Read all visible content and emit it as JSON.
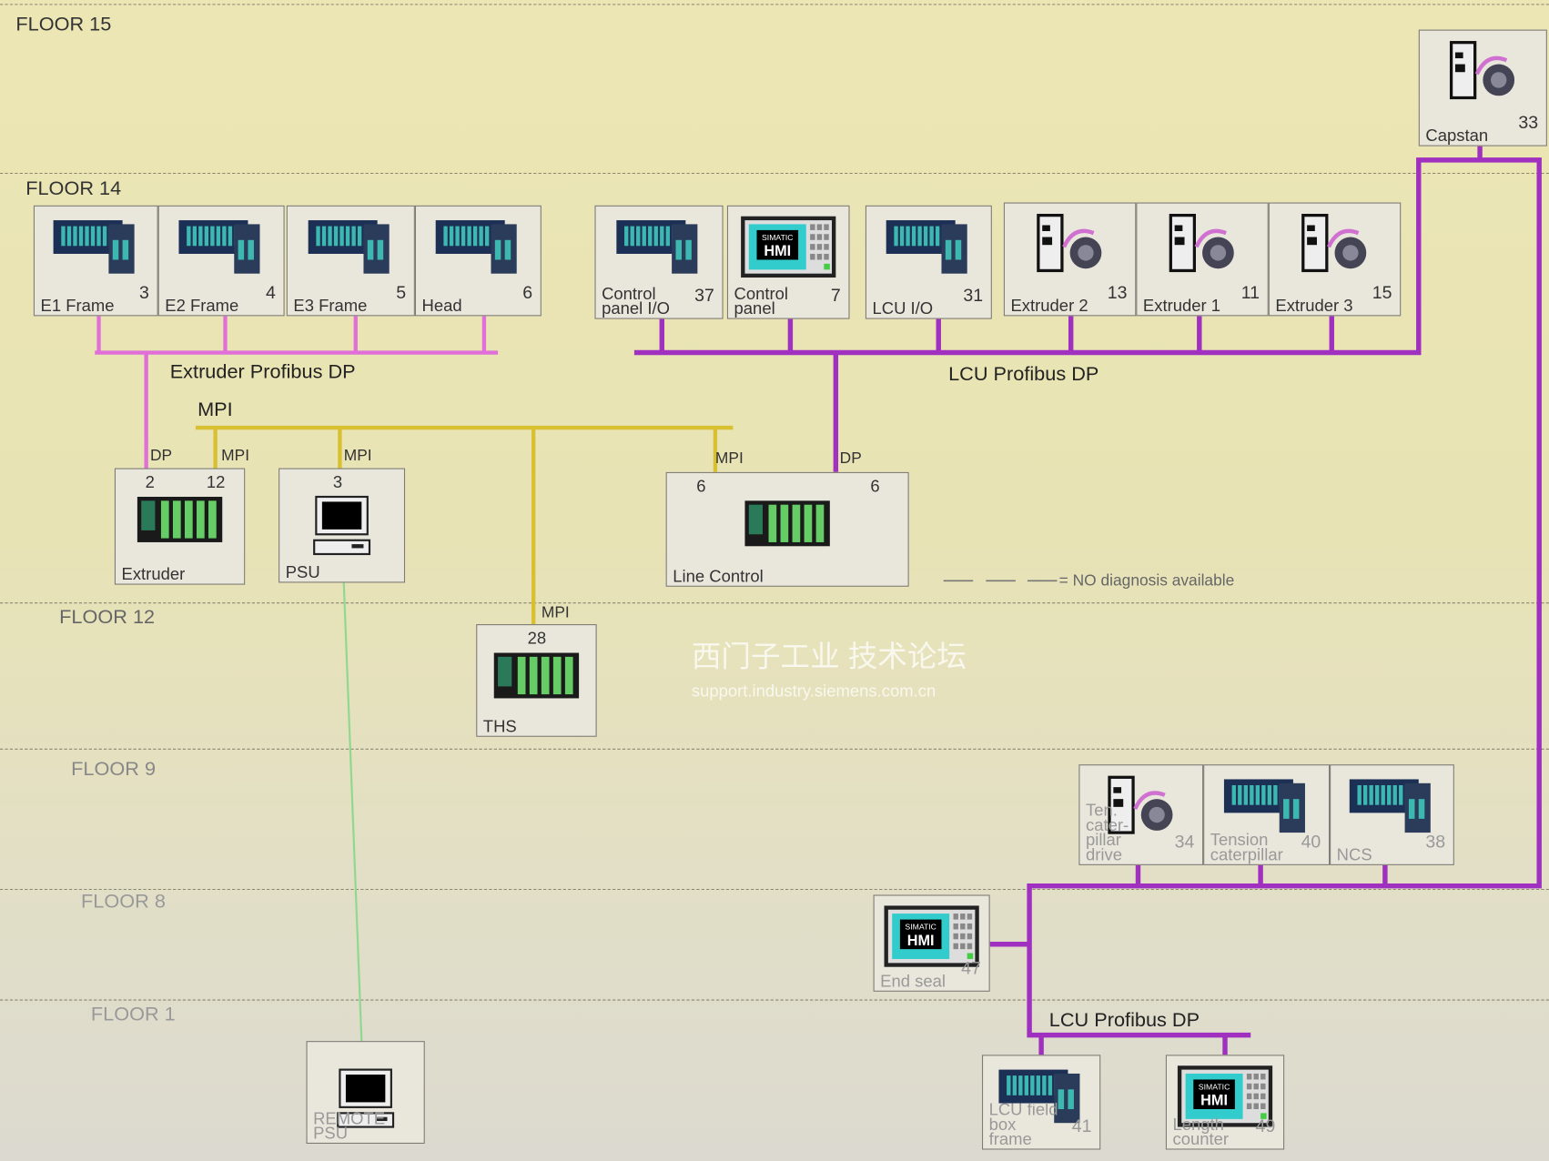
{
  "floors": [
    {
      "label": "FLOOR 15"
    },
    {
      "label": "FLOOR 14"
    },
    {
      "label": "FLOOR 12"
    },
    {
      "label": "FLOOR 9"
    },
    {
      "label": "FLOOR 8"
    },
    {
      "label": "FLOOR 1"
    }
  ],
  "nodes": [
    {
      "name": "Capstan",
      "no": "33",
      "icon": "drive"
    },
    {
      "name": "E1 Frame",
      "no": "3",
      "icon": "rack"
    },
    {
      "name": "E2 Frame",
      "no": "4",
      "icon": "rack"
    },
    {
      "name": "E3 Frame",
      "no": "5",
      "icon": "rack"
    },
    {
      "name": "Head",
      "no": "6",
      "icon": "rack"
    },
    {
      "name": "Control panel I/O",
      "no": "37",
      "icon": "rack"
    },
    {
      "name": "Control panel",
      "no": "7",
      "icon": "hmi"
    },
    {
      "name": "LCU I/O",
      "no": "31",
      "icon": "rack"
    },
    {
      "name": "Extruder 2",
      "no": "13",
      "icon": "drive"
    },
    {
      "name": "Extruder 1",
      "no": "11",
      "icon": "drive"
    },
    {
      "name": "Extruder 3",
      "no": "15",
      "icon": "drive"
    },
    {
      "name": "Extruder",
      "no": "",
      "icon": "s7",
      "addr": [
        "2",
        "12"
      ]
    },
    {
      "name": "PSU",
      "no": "",
      "icon": "pc",
      "addr": [
        "3"
      ]
    },
    {
      "name": "Line Control",
      "no": "",
      "icon": "s7",
      "addr": [
        "6",
        "6"
      ]
    },
    {
      "name": "THS",
      "no": "",
      "icon": "s7",
      "addr": [
        "28"
      ]
    },
    {
      "name": "Ten. cater- pillar drive",
      "no": "34",
      "icon": "drive"
    },
    {
      "name": "Tension caterpillar",
      "no": "40",
      "icon": "rack"
    },
    {
      "name": "NCS",
      "no": "38",
      "icon": "rack"
    },
    {
      "name": "End seal",
      "no": "47",
      "icon": "hmi"
    },
    {
      "name": "LCU field box frame",
      "no": "41",
      "icon": "rack"
    },
    {
      "name": "Length counter",
      "no": "49",
      "icon": "hmi"
    },
    {
      "name": "REMOTE PSU",
      "no": "",
      "icon": "pc"
    }
  ],
  "networks": {
    "extruder_dp": "Extruder Profibus DP",
    "lcu_dp": "LCU Profibus DP",
    "mpi": "MPI",
    "lcu_dp_2": "LCU Profibus DP"
  },
  "ports": {
    "dp1": "DP",
    "mpi1": "MPI",
    "mpi2": "MPI",
    "mpi3": "MPI",
    "dp2": "DP",
    "mpi4": "MPI"
  },
  "legend": "= NO diagnosis available",
  "hmi_text": {
    "brand": "SIMATIC",
    "model": "HMI"
  },
  "watermark": {
    "line1": "西门子工业  技术论坛",
    "line2": "support.industry.siemens.com.cn"
  },
  "colors": {
    "extruder_dp": "#e070d8",
    "lcu_dp": "#a030c0",
    "mpi": "#d8c030",
    "link": "#90d890"
  }
}
